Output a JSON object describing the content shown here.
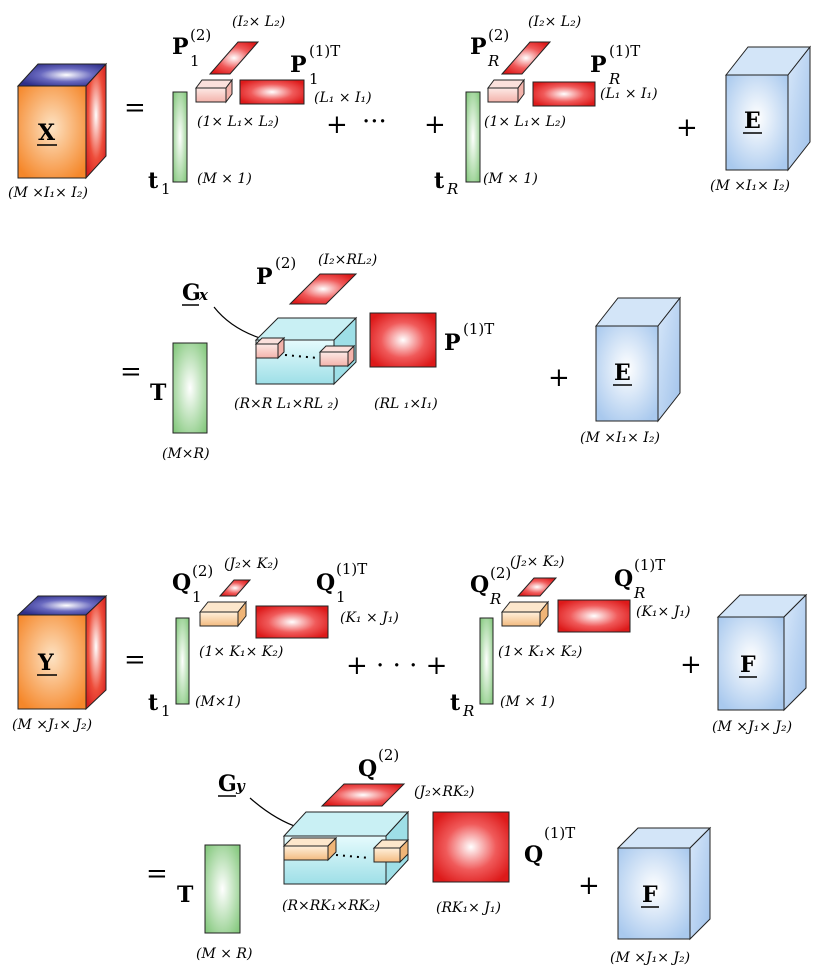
{
  "colors": {
    "orange": "#f5872a",
    "cube_top_blue": "#3f3f9a",
    "red": "#e22a2a",
    "green": "#8fd08a",
    "cyan": "#a8e3ea",
    "light_blue": "#b8d6f2",
    "peach": "#f2b98a"
  },
  "icons": {
    "tensor_x": "3d-cube-orange",
    "tensor_e": "3d-cube-blue",
    "loading_matrix": "green-column",
    "core_tensor": "cyan-box",
    "slice": "red-parallelogram"
  },
  "eq1": {
    "x_label": "X",
    "x_dim": "(M ×I₁× I₂)",
    "eq": "=",
    "t1_label": "t",
    "t1_sub": "1",
    "t1_dim": "(M × 1)",
    "p2_label": "P",
    "p2_sub": "1",
    "p2_sup": "(2)",
    "p2_dim": "(I₂× L₂)",
    "p1_label": "P",
    "p1_sub": "1",
    "p1_sup": "(1)T",
    "p1_dim": "(L₁ × I₁)",
    "core_dim": "(1× L₁× L₂)",
    "plus1": "+",
    "dots": "···",
    "plus2": "+",
    "tR_label": "t",
    "tR_sub": "R",
    "tR_dim": "(M × 1)",
    "pR2_label": "P",
    "pR2_sub": "R",
    "pR2_sup": "(2)",
    "pR2_dim": "(I₂× L₂)",
    "pR1_label": "P",
    "pR1_sub": "R",
    "pR1_sup": "(1)T",
    "pR1_dim": "(L₁ × I₁)",
    "coreR_dim": "(1× L₁×  L₂)",
    "plus3": "+",
    "e_label": "E",
    "e_dim": "(M ×I₁× I₂)"
  },
  "eq2": {
    "eq": "=",
    "T_label": "T",
    "T_dim": "(M×R)",
    "gx_label": "G",
    "gx_sub": "x",
    "p2_label": "P",
    "p2_sup": "(2)",
    "p2_dim": "(I₂×RL₂)",
    "core_dim": "(R×R L₁×RL ₂)",
    "p1_label": "P",
    "p1_sup": "(1)T",
    "p1_dim": "(RL ₁×I₁)",
    "plus": "+",
    "e_label": "E",
    "e_dim": "(M ×I₁× I₂)"
  },
  "eq3": {
    "y_label": "Y",
    "y_dim": "(M ×J₁× J₂)",
    "eq": "=",
    "t1_label": "t",
    "t1_sub": "1",
    "t1_dim": "(M×1)",
    "q2_label": "Q",
    "q2_sub": "1",
    "q2_sup": "(2)",
    "q2_dim": "(J₂× K₂)",
    "q1_label": "Q",
    "q1_sub": "1",
    "q1_sup": "(1)T",
    "q1_dim": "(K₁ × J₁)",
    "core_dim": "(1× K₁× K₂)",
    "sum": "+ · · · +",
    "tR_label": "t",
    "tR_sub": "R",
    "tR_dim": "(M × 1)",
    "qR2_label": "Q",
    "qR2_sub": "R",
    "qR2_sup": "(2)",
    "qR2_dim": "(J₂× K₂)",
    "qR1_label": "Q",
    "qR1_sub": "R",
    "qR1_sup": "(1)T",
    "qR1_dim": "(K₁× J₁)",
    "coreR_dim": "(1× K₁× K₂)",
    "plus": "+",
    "f_label": "F",
    "f_dim": "(M ×J₁× J₂)"
  },
  "eq4": {
    "eq": "=",
    "T_label": "T",
    "T_dim": "(M × R)",
    "gy_label": "G",
    "gy_sub": "y",
    "q2_label": "Q",
    "q2_sup": "(2)",
    "q2_dim": "(J₂×RK₂)",
    "core_dim": "(R×RK₁×RK₂)",
    "q1_label": "Q",
    "q1_sup": "(1)T",
    "q1_dim": "(RK₁× J₁)",
    "plus": "+",
    "f_label": "F",
    "f_dim": "(M ×J₁× J₂)"
  }
}
